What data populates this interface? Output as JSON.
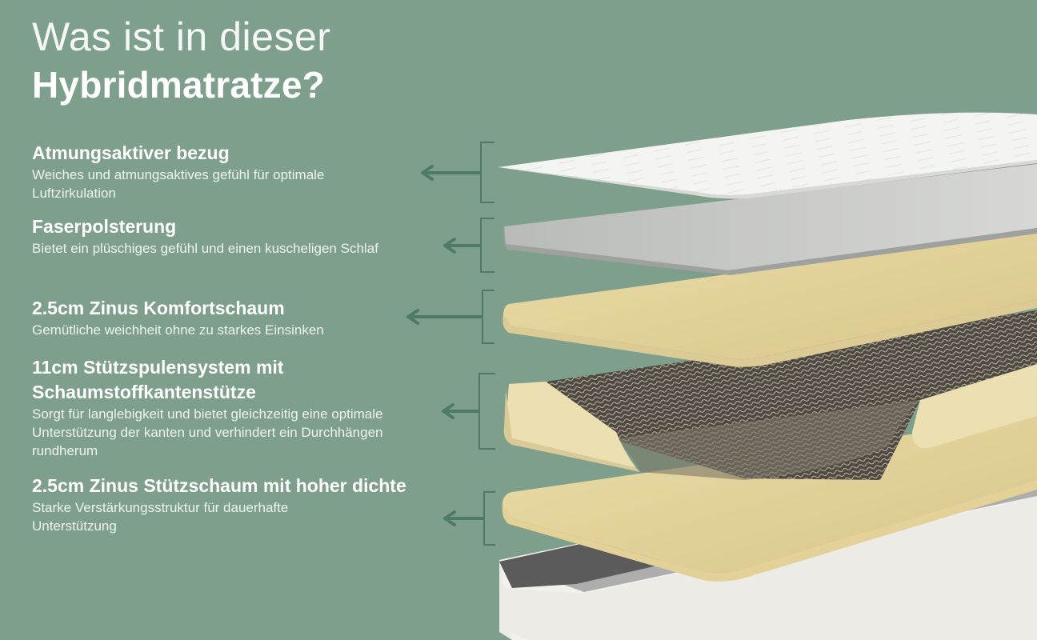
{
  "header": {
    "title_light": "Was ist in dieser",
    "title_bold": "Hybridmatratze?"
  },
  "layers": [
    {
      "title": "Atmungsaktiver bezug",
      "description": "Weiches und atmungsaktives gefühl für optimale Luftzirkulation"
    },
    {
      "title": "Faserpolsterung",
      "description": "Bietet ein plüschiges gefühl und einen kuscheligen Schlaf"
    },
    {
      "title": "2.5cm Zinus Komfortschaum",
      "description": "Gemütliche weichheit ohne zu starkes Einsinken"
    },
    {
      "title": "11cm Stützspulensystem mit Schaumstoffkantenstütze",
      "description": "Sorgt für langlebigkeit und bietet gleichzeitig eine optimale Unterstützung der kanten und verhindert ein Durchhängen rundherum"
    },
    {
      "title": "2.5cm Zinus Stützschaum mit hoher dichte",
      "description": "Starke Verstärkungsstruktur für dauerhafte Unterstützung"
    }
  ],
  "colors": {
    "background": "#7d9f8b",
    "arrow": "#4f7a66",
    "cover": "#f3f3f1",
    "fiber": "#c9cbc9",
    "foam": "#e6d6a0",
    "coil": "#5a5549",
    "base_top": "#adadad",
    "base_side": "#ecebe6"
  }
}
